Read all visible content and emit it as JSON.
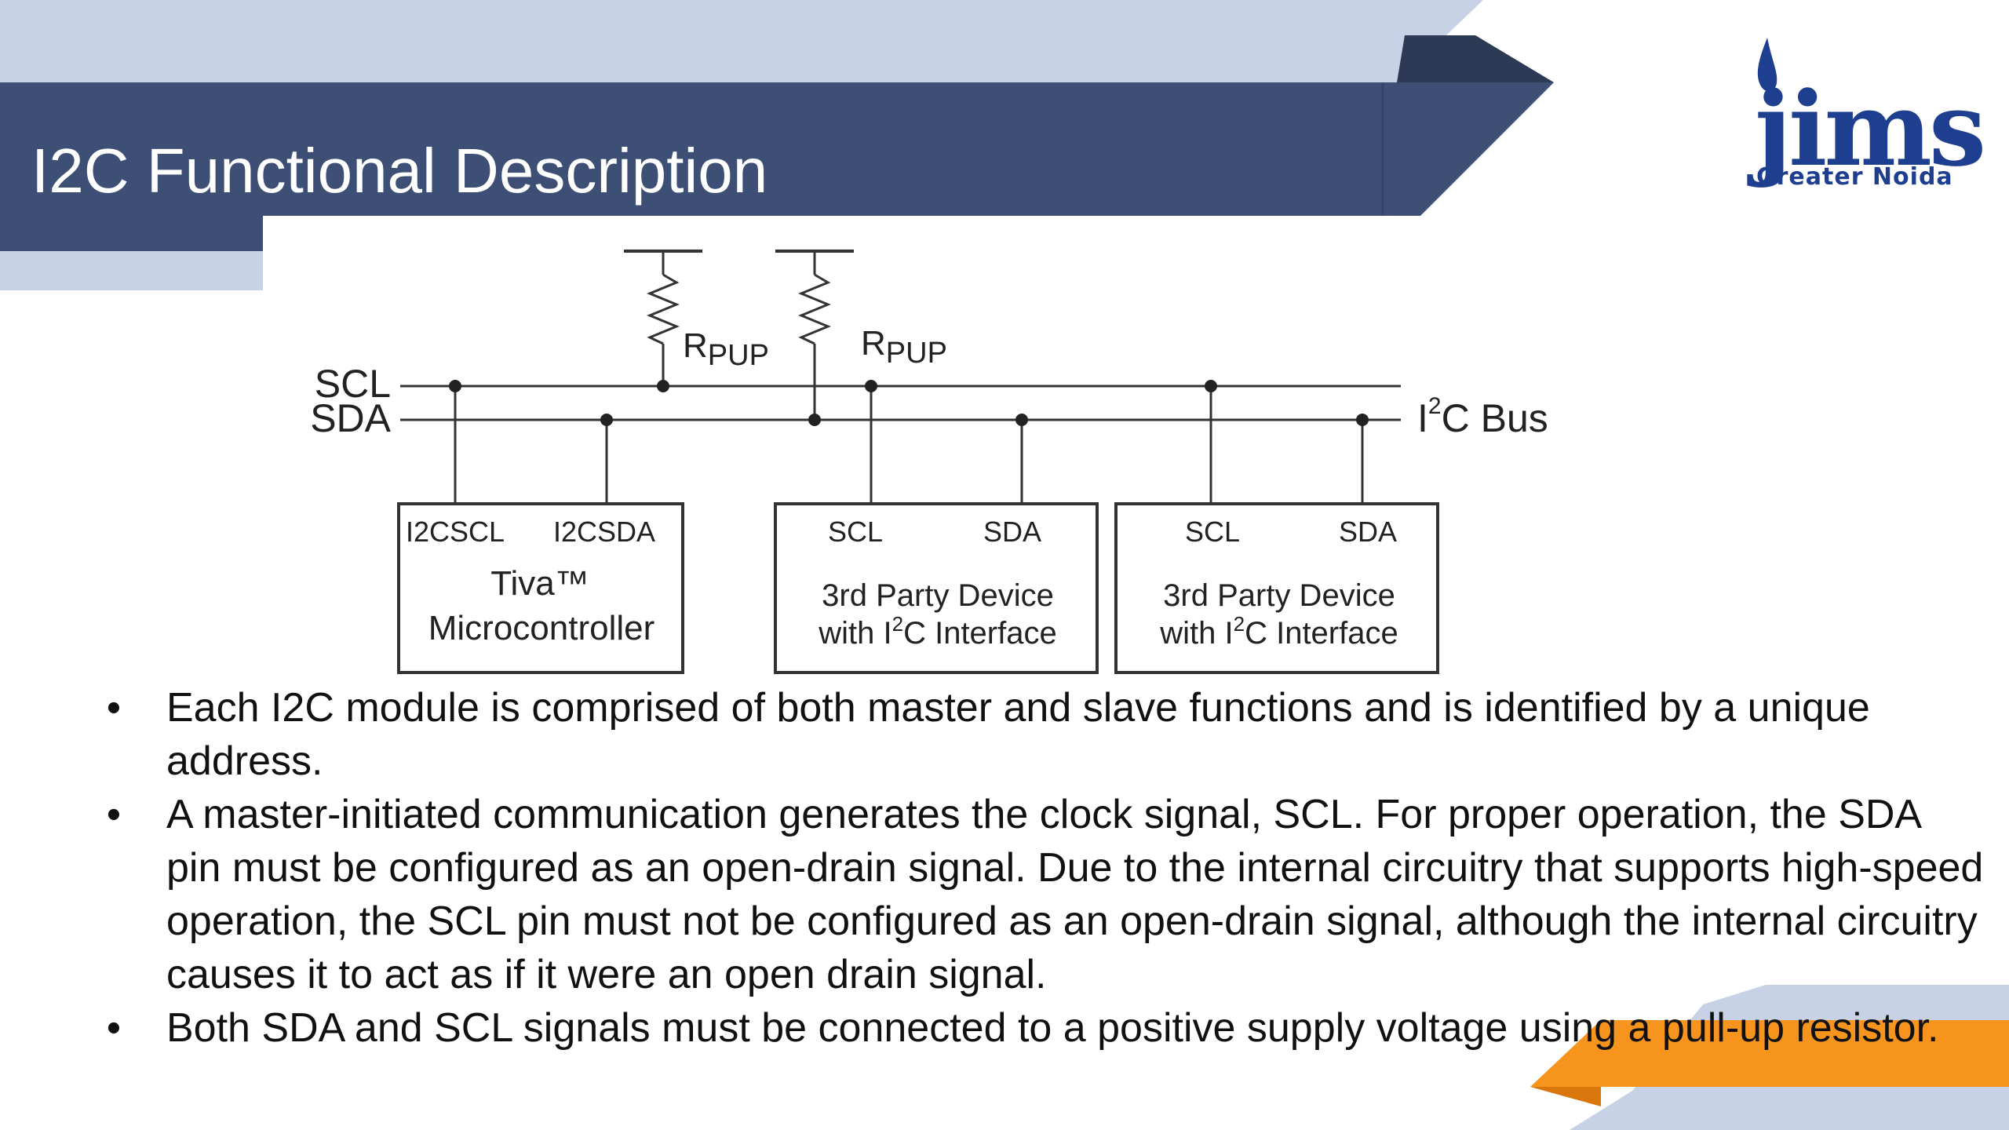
{
  "title": "I2C Functional Description",
  "logo": {
    "text": "jims",
    "subtitle": "Greater Noida"
  },
  "colors": {
    "band_light": "#c7d2e6",
    "band_dark": "#3e4f75",
    "band_darker": "#2c3a55",
    "accent_orange": "#f7941d",
    "logo_blue": "#1e3e8f"
  },
  "diagram": {
    "scl_label": "SCL",
    "sda_label": "SDA",
    "bus_label_prefix": "I",
    "bus_label_sup": "2",
    "bus_label_suffix": "C Bus",
    "resistor_label_main": "R",
    "resistor_label_sub": "PUP",
    "mcu": {
      "pin1": "I2CSCL",
      "pin2": "I2CSDA",
      "line1": "Tiva™",
      "line2": "Microcontroller"
    },
    "device1": {
      "pin1": "SCL",
      "pin2": "SDA",
      "line1": "3rd Party Device",
      "line2_prefix": "with I",
      "line2_sup": "2",
      "line2_suffix": "C Interface"
    },
    "device2": {
      "pin1": "SCL",
      "pin2": "SDA",
      "line1": "3rd Party Device",
      "line2_prefix": "with I",
      "line2_sup": "2",
      "line2_suffix": "C Interface"
    }
  },
  "bullets": [
    "Each I2C module is comprised of both master and slave functions and is identified by a unique address.",
    "A master-initiated communication generates the clock signal, SCL. For proper operation, the SDA pin must be configured as an open-drain signal. Due to the internal circuitry that supports high-speed operation, the SCL pin must not be configured as an open-drain signal, although the internal circuitry causes it to act as if it were an open drain signal.",
    "Both SDA and SCL signals must be connected to a positive supply voltage using a pull-up resistor."
  ],
  "bullet_symbol": "•"
}
